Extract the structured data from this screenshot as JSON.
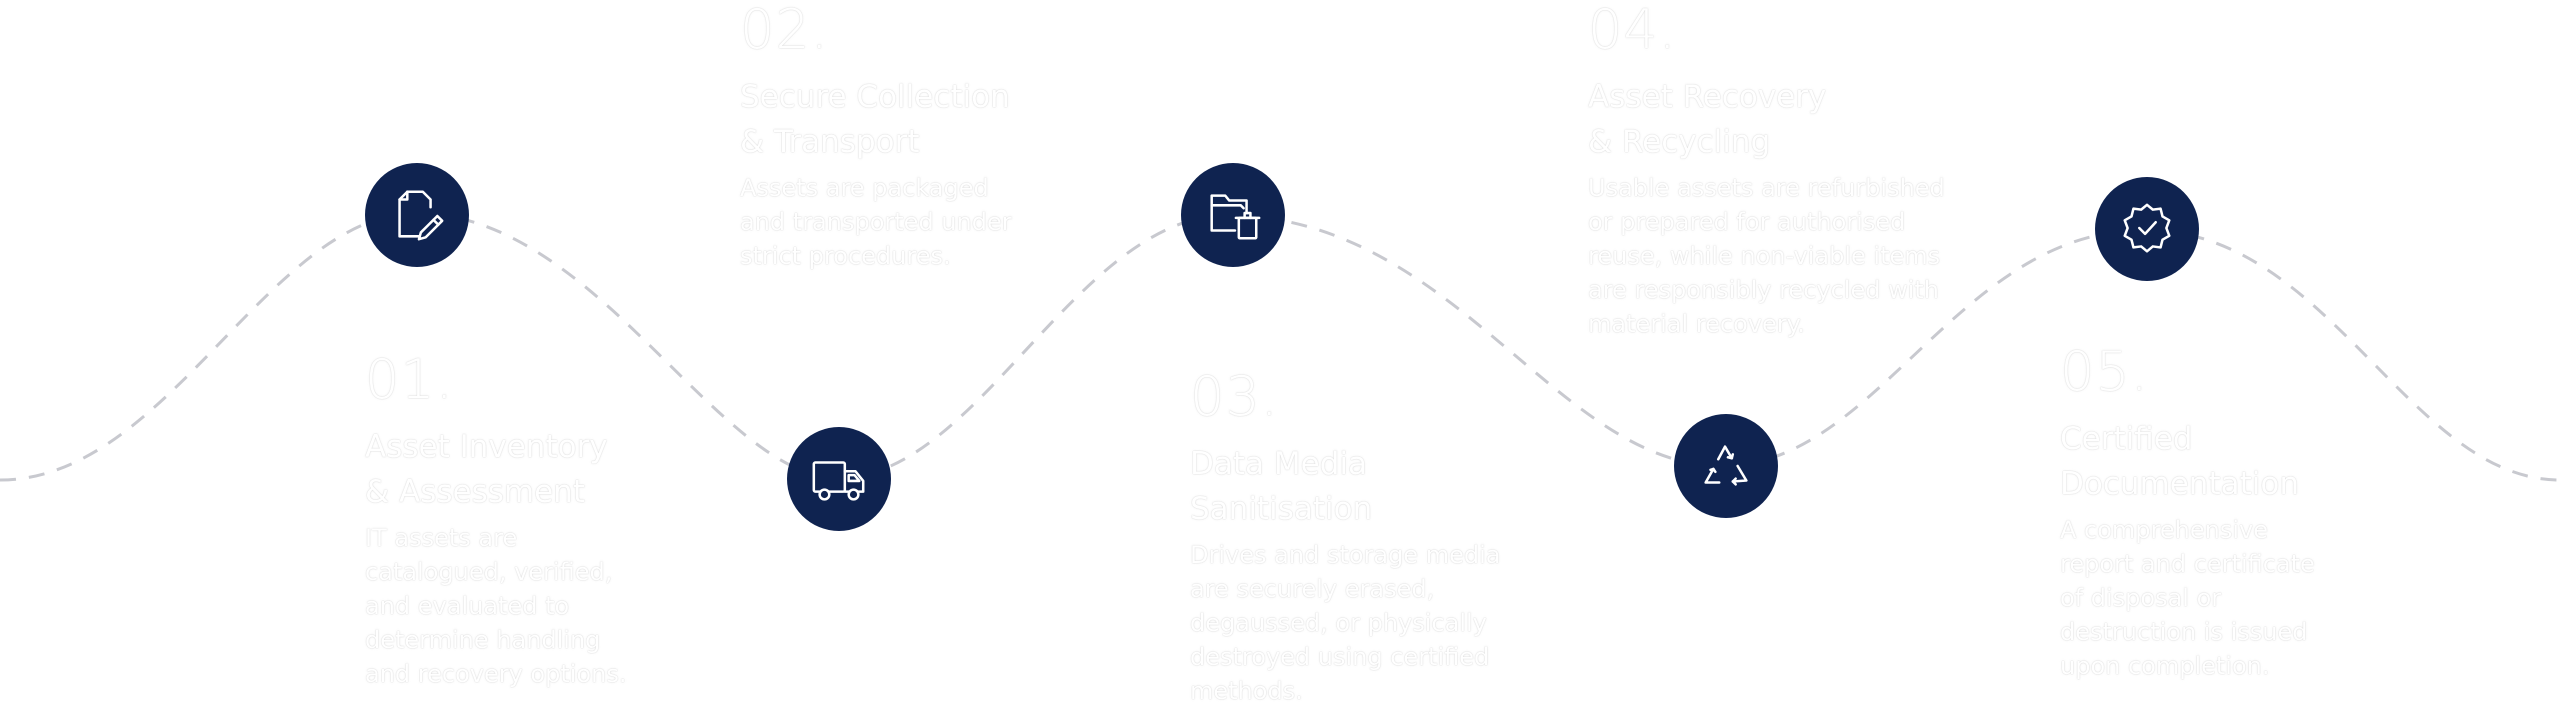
{
  "accent_color": "#0f2350",
  "line_color": "#c8c9cf",
  "steps": [
    {
      "number": "01.",
      "title_line1": "Asset Inventory",
      "title_line2": "& Assessment",
      "desc_lines": [
        "IT assets are",
        "catalogued, verified,",
        "and evaluated to",
        "determine handling",
        "and recovery options."
      ],
      "icon": "document-pen-icon"
    },
    {
      "number": "02.",
      "title_line1": "Secure Collection",
      "title_line2": "& Transport",
      "desc_lines": [
        "Assets are packaged",
        "and transported under",
        "strict procedures."
      ],
      "icon": "delivery-truck-icon"
    },
    {
      "number": "03.",
      "title_line1": "Data Media",
      "title_line2": "Sanitisation",
      "desc_lines": [
        "Drives and storage media",
        "are securely erased,",
        "degaussed, or physically",
        "destroyed using certified",
        "methods."
      ],
      "icon": "folder-trash-icon"
    },
    {
      "number": "04.",
      "title_line1": "Asset Recovery",
      "title_line2": "& Recycling",
      "desc_lines": [
        "Usable assets are refurbished",
        "or prepared for authorised",
        "reuse, while non-viable items",
        "are responsibly recycled with",
        "material recovery."
      ],
      "icon": "recycle-icon"
    },
    {
      "number": "05.",
      "title_line1": "Certified",
      "title_line2": "Documentation",
      "desc_lines": [
        "A comprehensive",
        "report and certificate",
        "of disposal or",
        "destruction is issued",
        "upon completion."
      ],
      "icon": "verified-badge-icon"
    }
  ]
}
